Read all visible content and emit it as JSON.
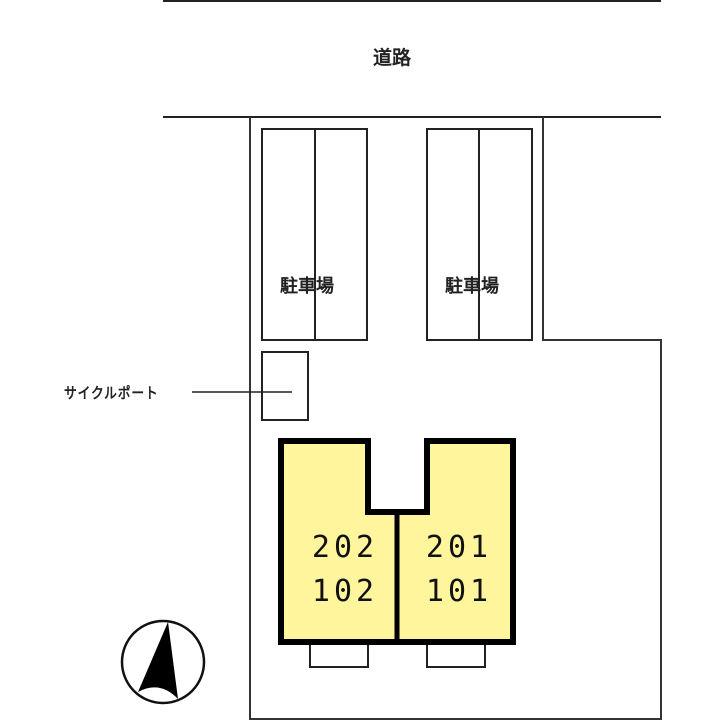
{
  "road": {
    "label": "道路"
  },
  "parking": [
    {
      "label": "駐車場"
    },
    {
      "label": "駐車場"
    }
  ],
  "cycle_port": {
    "label": "サイクルポート"
  },
  "building": {
    "fill_color": "#fff59d",
    "units": [
      {
        "upper": "202",
        "lower": "102"
      },
      {
        "upper": "201",
        "lower": "101"
      }
    ]
  },
  "compass": {
    "icon": "north-arrow-icon"
  }
}
